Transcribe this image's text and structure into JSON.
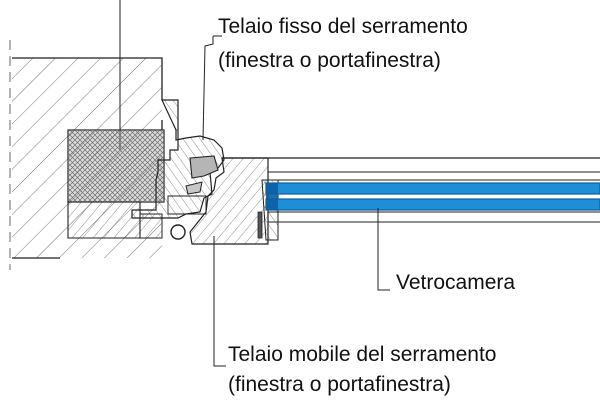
{
  "labels": {
    "fixed_frame_line1": "Telaio fisso del serramento",
    "fixed_frame_line2": "(finestra o portafinestra)",
    "glazing": "Vetrocamera",
    "mobile_frame_line1": "Telaio mobile del serramento",
    "mobile_frame_line2": "(finestra o portafinestra)"
  },
  "colors": {
    "glass": "#1e8fd6",
    "glass_edge": "#0b5fa3",
    "line": "#222222",
    "hatch": "#555555",
    "insulation_fill": "#9a9a9a",
    "gasket_fill": "#b5b5b5",
    "background": "#ffffff"
  }
}
